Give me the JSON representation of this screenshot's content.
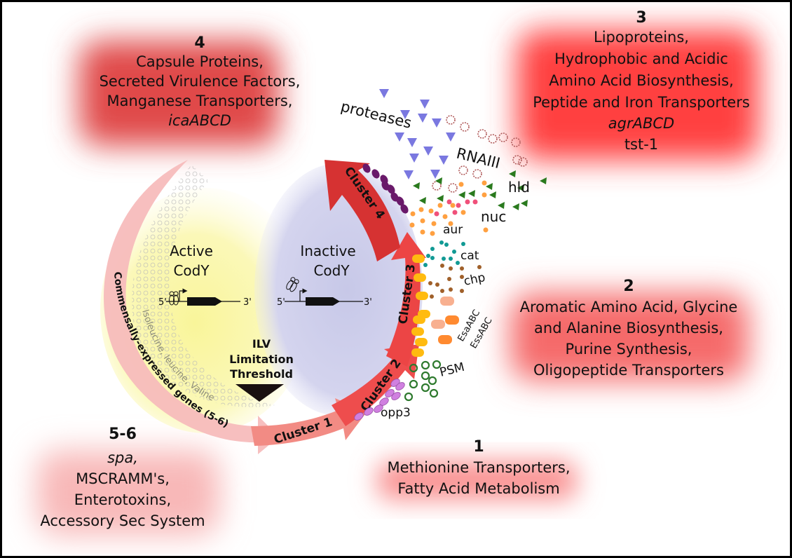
{
  "center": {
    "active_label_1": "Active",
    "active_label_2": "CodY",
    "inactive_label_1": "Inactive",
    "inactive_label_2": "CodY",
    "five_prime": "5'",
    "three_prime": "3'",
    "threshold_1": "ILV",
    "threshold_2": "Limitation",
    "threshold_3": "Threshold",
    "amino_acids_arc": "Isoleucine, leucine, Valine",
    "commensal_arc": "Commensally-expressed genes (5-6)"
  },
  "clusters": [
    {
      "label": "Cluster 1",
      "color": "#f08080"
    },
    {
      "label": "Cluster 2",
      "color": "#ee4a4a"
    },
    {
      "label": "Cluster 3",
      "color": "#ec4444"
    },
    {
      "label": "Cluster 4",
      "color": "#d63131"
    }
  ],
  "products": {
    "proteases": "proteases",
    "rnaiii": "RNAIII",
    "hld": "hld",
    "nuc": "nuc",
    "aur": "aur",
    "cat": "cat",
    "chp": "chp",
    "esaabc": "EsaABC",
    "essabc": "EssABC",
    "psm": "PSM",
    "opp3": "opp3"
  },
  "boxes": {
    "box4": {
      "number": "4",
      "lines": [
        "Capsule Proteins,",
        "Secreted Virulence Factors,",
        "Manganese Transporters,"
      ],
      "italic_line": "icaABCD"
    },
    "box3": {
      "number": "3",
      "lines": [
        "Lipoproteins,",
        "Hydrophobic and Acidic",
        "Amino Acid Biosynthesis,",
        "Peptide and Iron Transporters"
      ],
      "italic_line": "agrABCD",
      "last_line": "tst-1"
    },
    "box2": {
      "number": "2",
      "lines": [
        "Aromatic Amino Acid, Glycine",
        "and Alanine Biosynthesis,",
        "Purine Synthesis,",
        "Oligopeptide Transporters"
      ]
    },
    "box1": {
      "number": "1",
      "lines": [
        "Methionine Transporters,",
        "Fatty Acid Metabolism"
      ]
    },
    "box56": {
      "number": "5-6",
      "italic_line": "spa,",
      "lines": [
        "MSCRAMM's,",
        "Enterotoxins,",
        "Accessory Sec System"
      ]
    }
  },
  "colors": {
    "box_strong": "#ff4040",
    "box_mid": "#f25a5a",
    "box_light": "#f7a0a0",
    "protease": "#7a78e0",
    "rna": "#b05a5a",
    "hld": "#2a7a1e",
    "orange_dot": "#ffa040",
    "pink_dot": "#f0507a",
    "teal_dot": "#119a94",
    "brown_dot": "#a0602a",
    "yellow_pill": "#ffbb10",
    "esa": "#ff8a30",
    "psm": "#2e7a2e",
    "opp3": "#d080e0",
    "cluster4_protein": "#6a1a6a"
  }
}
